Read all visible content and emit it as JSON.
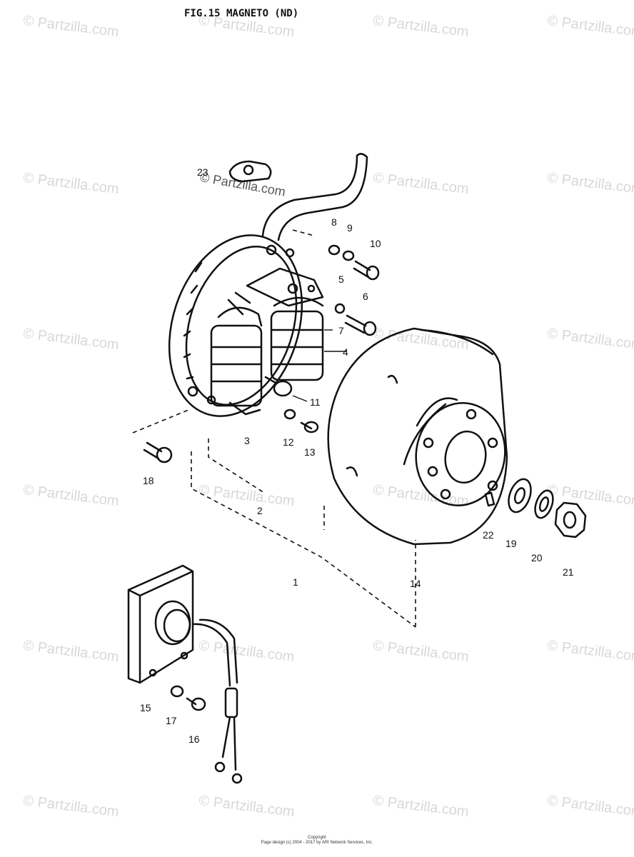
{
  "title": "FIG.15  MAGNETO (ND)",
  "watermark": "© Partzilla.com",
  "footer": {
    "line1": "Copyright",
    "line2": "Page design (c) 2004 - 2017 by ARI Network Services, Inc."
  },
  "callouts": [
    {
      "id": "c1",
      "text": "1"
    },
    {
      "id": "c2",
      "text": "2"
    },
    {
      "id": "c3",
      "text": "3"
    },
    {
      "id": "c4",
      "text": "4"
    },
    {
      "id": "c5",
      "text": "5"
    },
    {
      "id": "c6",
      "text": "6"
    },
    {
      "id": "c7",
      "text": "7"
    },
    {
      "id": "c8",
      "text": "8"
    },
    {
      "id": "c9",
      "text": "9"
    },
    {
      "id": "c10",
      "text": "10"
    },
    {
      "id": "c11",
      "text": "11"
    },
    {
      "id": "c12",
      "text": "12"
    },
    {
      "id": "c13",
      "text": "13"
    },
    {
      "id": "c14",
      "text": "14"
    },
    {
      "id": "c15",
      "text": "15"
    },
    {
      "id": "c16",
      "text": "16"
    },
    {
      "id": "c17",
      "text": "17"
    },
    {
      "id": "c18",
      "text": "18"
    },
    {
      "id": "c19",
      "text": "19"
    },
    {
      "id": "c20",
      "text": "20"
    },
    {
      "id": "c21",
      "text": "21"
    },
    {
      "id": "c22",
      "text": "22"
    },
    {
      "id": "c23",
      "text": "23"
    }
  ]
}
